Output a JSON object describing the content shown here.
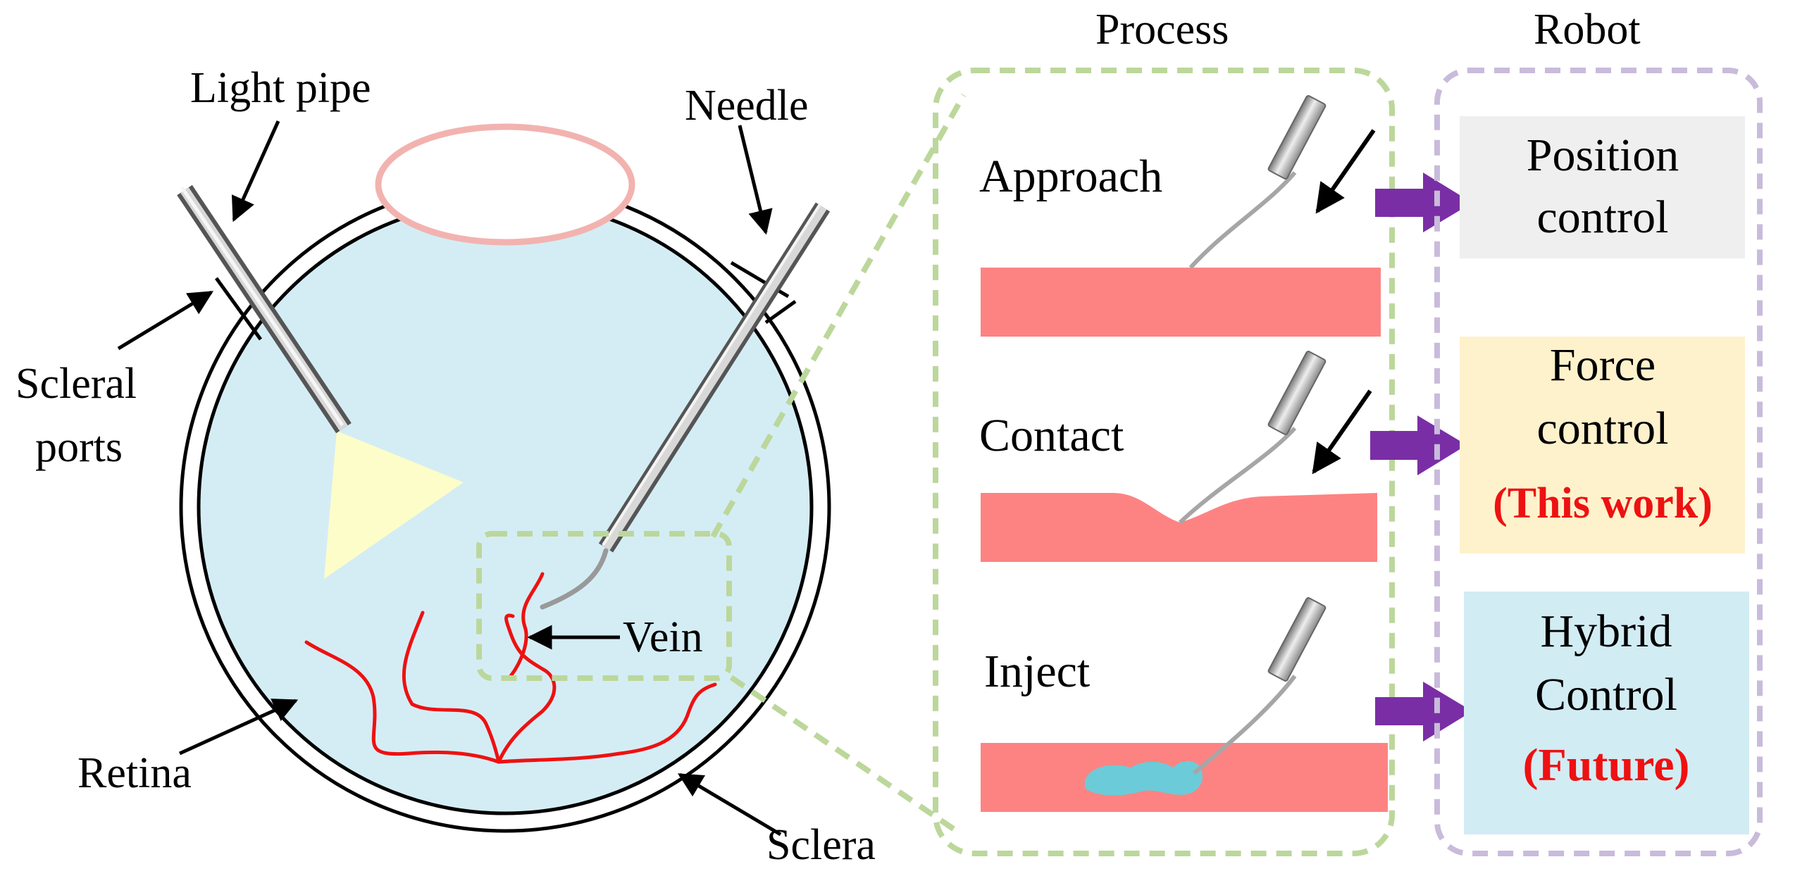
{
  "labels": {
    "light_pipe": "Light pipe",
    "needle": "Needle",
    "scleral_1": "Scleral",
    "scleral_2": "ports",
    "vein": "Vein",
    "retina": "Retina",
    "sclera": "Sclera"
  },
  "process": {
    "title": "Process",
    "steps": [
      "Approach",
      "Contact",
      "Inject"
    ]
  },
  "robot": {
    "title": "Robot",
    "boxes": [
      {
        "line1": "Position",
        "line2": "control",
        "note": ""
      },
      {
        "line1": "Force",
        "line2": "control",
        "note": "(This work)"
      },
      {
        "line1": "Hybrid",
        "line2": "Control",
        "note": "(Future)"
      }
    ]
  },
  "colors": {
    "eye_fill": "#d4edf5",
    "lens": "#f2b3b0",
    "tissue": "#fd8383",
    "vein": "#ee1111",
    "dash_green": "#bcd79b",
    "dash_purple": "#c9bbdb",
    "arrow_purple": "#7a2ea5",
    "light_cone": "#fdfdc9",
    "inject_blob": "#6ccbd8",
    "box_position": "#efefef",
    "box_force": "#fef2cc",
    "box_hybrid": "#d2ecf4"
  }
}
